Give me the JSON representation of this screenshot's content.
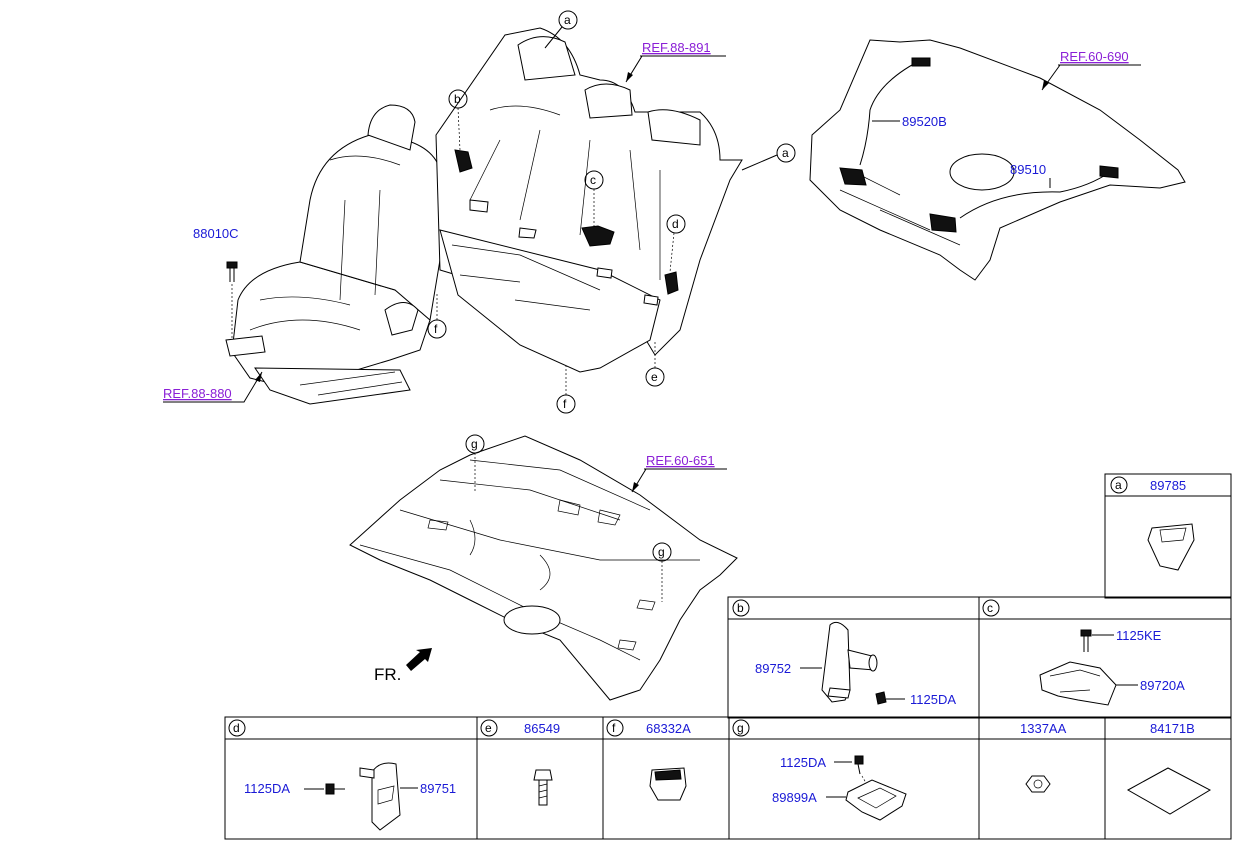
{
  "refs": {
    "seat_back": "REF.88-891",
    "front_seat": "REF.88-880",
    "parcel_shelf": "REF.60-690",
    "floor_panel": "REF.60-651"
  },
  "callouts": {
    "front_seat_bolt": "88010C",
    "parcel_wire_1": "89520B",
    "parcel_wire_2": "89510",
    "direction": "FR."
  },
  "circle_letters": {
    "a_top": "a",
    "b_top": "b",
    "c_top": "c",
    "d_top": "d",
    "a_right": "a",
    "e_mid": "e",
    "f_left": "f",
    "f_mid": "f",
    "g_top": "g",
    "g_floor": "g"
  },
  "detail_boxes": {
    "a": {
      "letter": "a",
      "part": "89785"
    },
    "b": {
      "letter": "b",
      "part_main": "89752",
      "part_bolt": "1125DA"
    },
    "c": {
      "letter": "c",
      "part_bolt": "1125KE",
      "part_main": "89720A"
    },
    "d": {
      "letter": "d",
      "part_bolt": "1125DA",
      "part_main": "89751"
    },
    "e": {
      "letter": "e",
      "part": "86549"
    },
    "f": {
      "letter": "f",
      "part": "68332A"
    },
    "g": {
      "letter": "g",
      "part_bolt": "1125DA",
      "part_main": "89899A"
    },
    "h": {
      "part": "1337AA"
    },
    "i": {
      "part": "84171B"
    }
  }
}
